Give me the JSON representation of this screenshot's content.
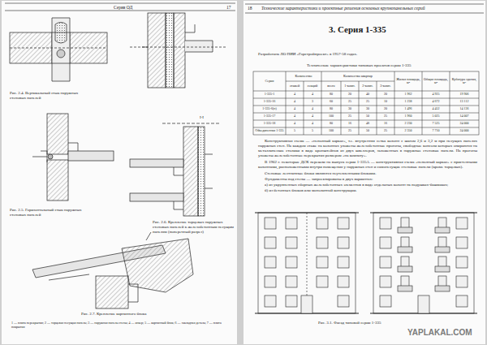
{
  "diagram": {
    "title": "3. Серия 1-335",
    "labels": [
      "Серия ОД",
      "17",
      "Рис. 2.4. Вертикальный стык наружных стеновых панелей",
      "I-I",
      "Рис. 2.5. Горизонтальный стык наружных стеновых панелей",
      "Рис. 2.6. Крепление торцевых наружных стеновых панелей к железобетонным несущим панелям (поперечный разрез)",
      "Рис. 2.7. Крепление карнизного блока",
      "1 — плита перекрытия; 2 — торцевая несущая панель; 3 — наружная панель стены; 4 — анкер; 5 — карнизный блок; 6 — закладная деталь; 7 — плита покрытия",
      "18",
      "Технические характеристики и проектные решения основных крупнопанельных серий",
      "Разработана ЛО ПИИ «Горстройпроект» в 1957-58 годах.",
      "Технические характеристики типовых проектов серии 1-335",
      "Серия",
      "Количество",
      "Количество квартир",
      "Жилая площадь, м²",
      "Общая площадь, м²",
      "Кубатура здания, м³",
      "этажей",
      "секций",
      "всего",
      "1-комн.",
      "2-комн.",
      "3-комн.",
      "1-335-1",
      "4",
      "4",
      "80",
      "20",
      "40",
      "20",
      "1 962",
      "4 925",
      "19 906",
      "1-335-16",
      "4",
      "3",
      "60",
      "25",
      "25",
      "10",
      "1 238",
      "4 672",
      "13 112",
      "1-335-6(н)",
      "4",
      "4",
      "80",
      "30",
      "30",
      "20",
      "1 496",
      "4 452",
      "14 136",
      "1-335-17",
      "4",
      "4",
      "100",
      "25",
      "50",
      "25",
      "1 960",
      "5 025",
      "14 007",
      "1-335-18",
      "4",
      "4",
      "80",
      "16",
      "48",
      "16",
      "2 230",
      "7 525",
      "24 000",
      "Объединенная 1-335",
      "5",
      "5",
      "100",
      "25",
      "50",
      "25",
      "2 350",
      "7 710",
      "24 000",
      "Конструктивная схема — «неполный каркас», т.е. внутренняя сетка колонн с шагом 2,6 и 3,2 м при несущих панелях наружных стен. На каждом этаже на колоннах уложены железобетонные прогоны, свободные консоли которых опираются на металлические столики в виде кронштейнов из двух швеллеров, заложенных в наружные стеновые панели. На прогоны уложены железобетонные перекрытия размером «на комнату».",
      "В 1962 г. некоторые ДСК перешли на выпуск серии 1-335А — конструктивная схема «неполный каркас» с пристенными колоннами, расположенными внутри помещения у наружных стен и самонесущие стеновые панели (кроме торцевых).",
      "Стеновые лестничные блоки являются неутепленными блоками.",
      "Фундаменты под стены — запроектированы в двух вариантах:",
      "а) из укрупненных сборных железобетонных элементов в виде отдельных колонн на подушках-башмаках;",
      "б) из бетонных блоков или монолитной конструкции.",
      "Рис. 3.1. Фасад типовой серии 1-335",
      "YAPLAKAL.COM"
    ]
  }
}
